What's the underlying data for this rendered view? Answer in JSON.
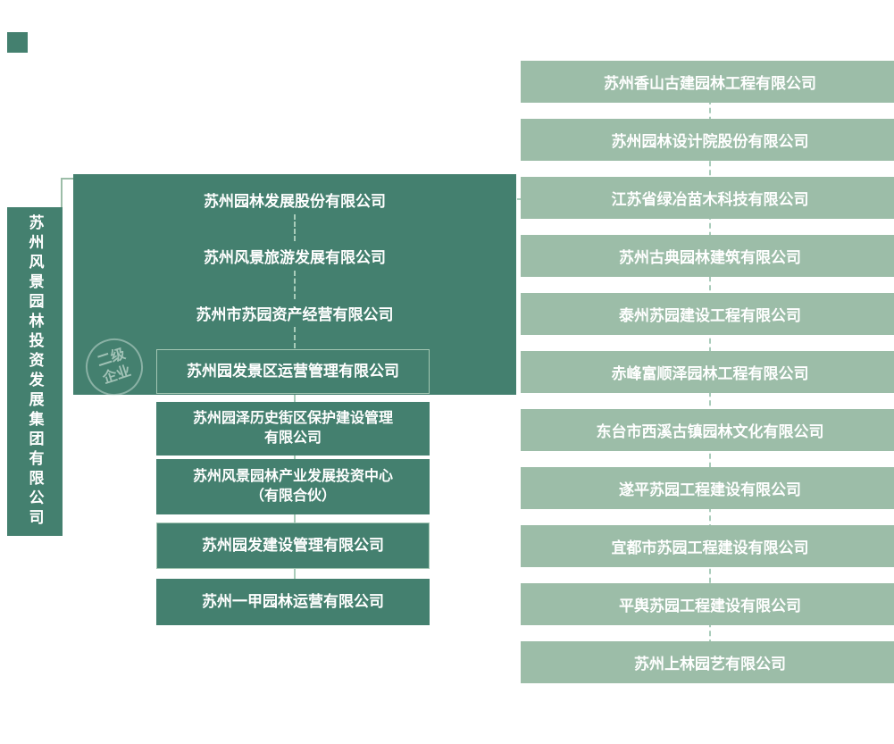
{
  "colors": {
    "dark_green": "#44806F",
    "light_green": "#9CBDA8",
    "connector": "#A9CCBA",
    "node_border": "#A3C6B3",
    "text": "#FFFFFF",
    "background": "#FFFFFF"
  },
  "root": {
    "label": "苏州风景园林投资发展集团有限公司"
  },
  "watermark": {
    "label": "二级企业"
  },
  "mid_nodes": [
    {
      "label": "苏州园林发展股份有限公司",
      "boxed": false
    },
    {
      "label": "苏州风景旅游发展有限公司",
      "boxed": false
    },
    {
      "label": "苏州市苏园资产经营有限公司",
      "boxed": false
    },
    {
      "label": "苏州园发景区运营管理有限公司",
      "boxed": true
    },
    {
      "label": "苏州园泽历史街区保护建设管理\n有限公司",
      "boxed": false
    },
    {
      "label": "苏州风景园林产业发展投资中心\n（有限合伙）",
      "boxed": false
    },
    {
      "label": "苏州园发建设管理有限公司",
      "boxed": true
    },
    {
      "label": "苏州一甲园林运营有限公司",
      "boxed": false
    }
  ],
  "right_nodes": [
    {
      "label": "苏州香山古建园林工程有限公司"
    },
    {
      "label": "苏州园林设计院股份有限公司"
    },
    {
      "label": "江苏省绿冶苗木科技有限公司"
    },
    {
      "label": "苏州古典园林建筑有限公司"
    },
    {
      "label": "泰州苏园建设工程有限公司"
    },
    {
      "label": "赤峰富顺泽园林工程有限公司"
    },
    {
      "label": "东台市西溪古镇园林文化有限公司"
    },
    {
      "label": "遂平苏园工程建设有限公司"
    },
    {
      "label": "宜都市苏园工程建设有限公司"
    },
    {
      "label": "平舆苏园工程建设有限公司"
    },
    {
      "label": "苏州上林园艺有限公司"
    }
  ]
}
